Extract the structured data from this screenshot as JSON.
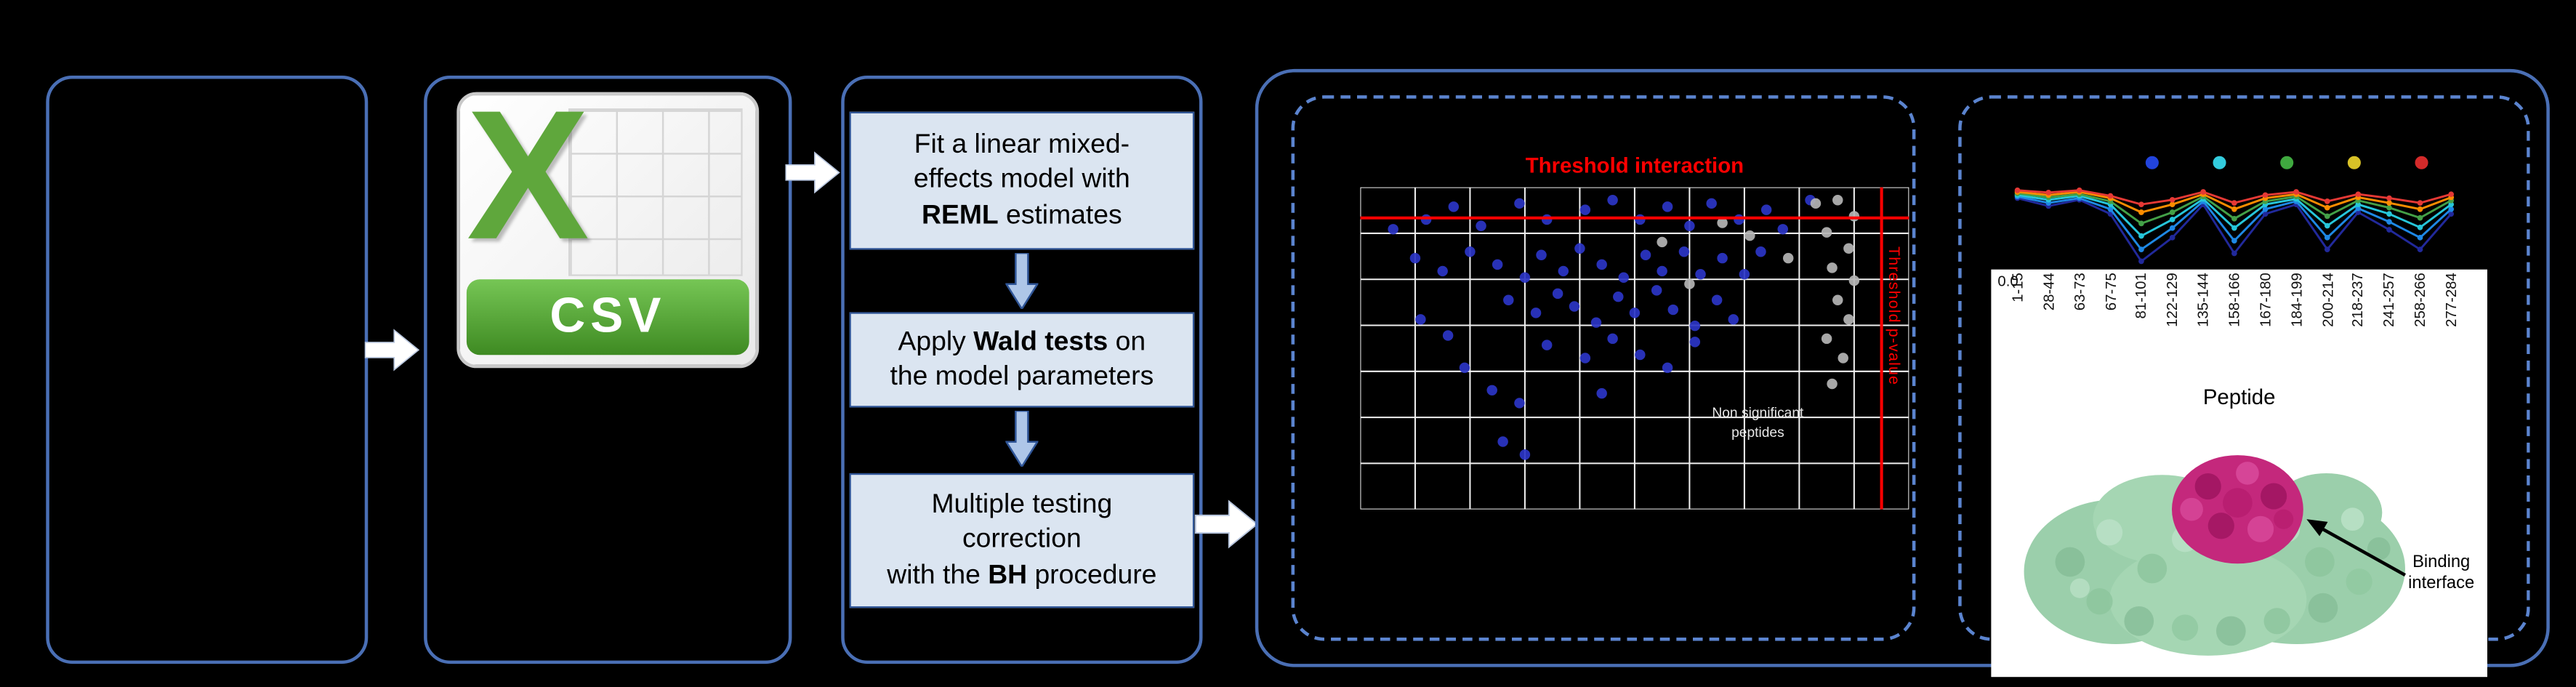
{
  "colors": {
    "background": "#000000",
    "panel_border": "#4a6fb5",
    "dashed_border": "#5b84cf",
    "step_fill": "#dbe5f1",
    "step_border": "#2f5597",
    "threshold_red": "#ff0000",
    "significant_dot": "#2b35c7",
    "nonsignificant_dot": "#b5b5b5",
    "csv_green": "#5fa73c",
    "protein_green": "#9bcfab",
    "binding_magenta": "#c4287c"
  },
  "csv_panel": {
    "letter": "X",
    "badge": "CSV"
  },
  "methods_panel": {
    "steps": [
      {
        "lines": [
          [
            {
              "t": "Fit a linear mixed-"
            }
          ],
          [
            {
              "t": "effects model with"
            }
          ],
          [
            {
              "t": "REML",
              "b": true
            },
            {
              "t": " estimates"
            }
          ]
        ]
      },
      {
        "lines": [
          [
            {
              "t": "Apply "
            },
            {
              "t": "Wald tests",
              "b": true
            },
            {
              "t": " on"
            }
          ],
          [
            {
              "t": "the model parameters"
            }
          ]
        ]
      },
      {
        "lines": [
          [
            {
              "t": "Multiple testing"
            }
          ],
          [
            {
              "t": "correction"
            }
          ],
          [
            {
              "t": "with the "
            },
            {
              "t": "BH",
              "b": true
            },
            {
              "t": " procedure"
            }
          ]
        ]
      }
    ]
  },
  "chart_data": [
    {
      "id": "threshold-scatter",
      "type": "scatter",
      "title": "Threshold interaction",
      "vertical_threshold_label": "Threshold p-value",
      "annotation_lines": [
        "Non significant",
        "peptides"
      ],
      "grid": {
        "cols": 10,
        "rows": 7,
        "show": true
      },
      "thresholds": {
        "h_frac": 0.095,
        "v_frac": 0.95
      },
      "series": [
        {
          "name": "significant peptides",
          "color": "#2b35c7",
          "points": [
            [
              0.06,
              0.13
            ],
            [
              0.12,
              0.1
            ],
            [
              0.17,
              0.06
            ],
            [
              0.22,
              0.12
            ],
            [
              0.29,
              0.05
            ],
            [
              0.34,
              0.1
            ],
            [
              0.41,
              0.07
            ],
            [
              0.46,
              0.04
            ],
            [
              0.51,
              0.1
            ],
            [
              0.56,
              0.06
            ],
            [
              0.6,
              0.12
            ],
            [
              0.64,
              0.05
            ],
            [
              0.69,
              0.1
            ],
            [
              0.74,
              0.07
            ],
            [
              0.77,
              0.13
            ],
            [
              0.82,
              0.04
            ],
            [
              0.1,
              0.22
            ],
            [
              0.15,
              0.26
            ],
            [
              0.2,
              0.2
            ],
            [
              0.25,
              0.24
            ],
            [
              0.3,
              0.28
            ],
            [
              0.33,
              0.21
            ],
            [
              0.37,
              0.26
            ],
            [
              0.4,
              0.19
            ],
            [
              0.44,
              0.24
            ],
            [
              0.48,
              0.28
            ],
            [
              0.52,
              0.21
            ],
            [
              0.55,
              0.26
            ],
            [
              0.59,
              0.2
            ],
            [
              0.62,
              0.27
            ],
            [
              0.66,
              0.22
            ],
            [
              0.7,
              0.27
            ],
            [
              0.73,
              0.2
            ],
            [
              0.27,
              0.35
            ],
            [
              0.32,
              0.39
            ],
            [
              0.36,
              0.33
            ],
            [
              0.39,
              0.37
            ],
            [
              0.43,
              0.42
            ],
            [
              0.47,
              0.34
            ],
            [
              0.5,
              0.39
            ],
            [
              0.54,
              0.32
            ],
            [
              0.57,
              0.38
            ],
            [
              0.61,
              0.43
            ],
            [
              0.65,
              0.35
            ],
            [
              0.68,
              0.41
            ],
            [
              0.34,
              0.49
            ],
            [
              0.41,
              0.53
            ],
            [
              0.46,
              0.47
            ],
            [
              0.51,
              0.52
            ],
            [
              0.56,
              0.56
            ],
            [
              0.61,
              0.48
            ],
            [
              0.24,
              0.63
            ],
            [
              0.29,
              0.67
            ],
            [
              0.44,
              0.64
            ],
            [
              0.26,
              0.79
            ],
            [
              0.3,
              0.83
            ],
            [
              0.11,
              0.41
            ],
            [
              0.16,
              0.46
            ],
            [
              0.19,
              0.56
            ]
          ]
        },
        {
          "name": "non-significant peptides",
          "color": "#b5b5b5",
          "points": [
            [
              0.83,
              0.05
            ],
            [
              0.87,
              0.04
            ],
            [
              0.9,
              0.09
            ],
            [
              0.85,
              0.14
            ],
            [
              0.89,
              0.19
            ],
            [
              0.86,
              0.25
            ],
            [
              0.9,
              0.29
            ],
            [
              0.87,
              0.35
            ],
            [
              0.89,
              0.41
            ],
            [
              0.85,
              0.47
            ],
            [
              0.88,
              0.53
            ],
            [
              0.86,
              0.61
            ],
            [
              0.55,
              0.17
            ],
            [
              0.6,
              0.3
            ],
            [
              0.71,
              0.15
            ],
            [
              0.66,
              0.11
            ],
            [
              0.78,
              0.22
            ]
          ]
        }
      ]
    },
    {
      "id": "uptake-profile",
      "type": "line",
      "x_labels": [
        "1-15",
        "28-44",
        "63-73",
        "67-75",
        "81-101",
        "122-129",
        "135-144",
        "158-166",
        "167-180",
        "184-199",
        "200-214",
        "218-237",
        "241-257",
        "258-266",
        "277-284"
      ],
      "xlabel": "Peptide",
      "y_tick_label": "0.0",
      "legend_dot_colors": [
        "#2244dd",
        "#33ccdd",
        "#3fa93f",
        "#d9c227",
        "#d42a2a"
      ],
      "series": [
        {
          "name": "series-navy",
          "color": "#21299b",
          "values": [
            0.2,
            0.3,
            0.22,
            0.4,
            1.0,
            0.7,
            0.28,
            0.9,
            0.4,
            0.28,
            0.85,
            0.38,
            0.6,
            0.85,
            0.4
          ]
        },
        {
          "name": "series-blue",
          "color": "#1e88e5",
          "values": [
            0.18,
            0.26,
            0.2,
            0.34,
            0.85,
            0.58,
            0.24,
            0.74,
            0.34,
            0.24,
            0.7,
            0.33,
            0.5,
            0.7,
            0.34
          ]
        },
        {
          "name": "series-cyan",
          "color": "#26c6da",
          "values": [
            0.16,
            0.22,
            0.17,
            0.28,
            0.68,
            0.47,
            0.21,
            0.58,
            0.28,
            0.21,
            0.55,
            0.28,
            0.4,
            0.57,
            0.28
          ]
        },
        {
          "name": "series-green",
          "color": "#43a047",
          "values": [
            0.14,
            0.19,
            0.15,
            0.24,
            0.52,
            0.38,
            0.18,
            0.46,
            0.24,
            0.18,
            0.43,
            0.23,
            0.32,
            0.45,
            0.23
          ]
        },
        {
          "name": "series-orange",
          "color": "#fb8c00",
          "values": [
            0.12,
            0.16,
            0.12,
            0.2,
            0.38,
            0.28,
            0.15,
            0.34,
            0.2,
            0.15,
            0.32,
            0.19,
            0.26,
            0.34,
            0.19
          ]
        },
        {
          "name": "series-red",
          "color": "#e53935",
          "values": [
            0.1,
            0.13,
            0.1,
            0.17,
            0.28,
            0.22,
            0.12,
            0.26,
            0.16,
            0.12,
            0.24,
            0.15,
            0.2,
            0.26,
            0.15
          ]
        }
      ]
    }
  ],
  "structure_panel": {
    "annotation": "Binding interface"
  }
}
